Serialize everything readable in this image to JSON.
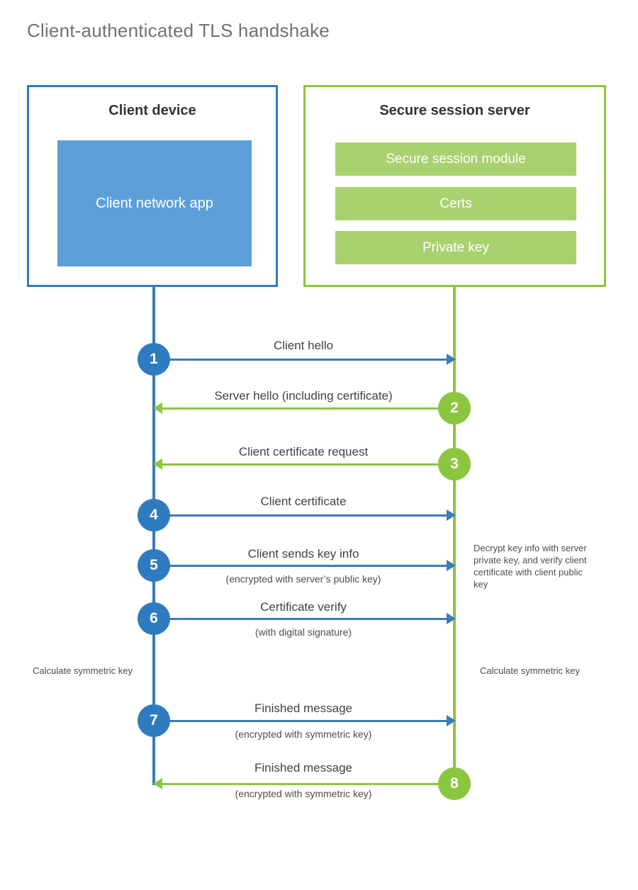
{
  "title": "Client-authenticated TLS handshake",
  "colors": {
    "client_blue": "#2e7cbf",
    "client_line_blue": "#3a7cb8",
    "client_app_fill": "#5c9fd8",
    "server_green": "#8cc63f",
    "server_bar_fill": "#a9d170",
    "title_gray": "#6f7276",
    "text_dark": "#333333",
    "background": "#ffffff"
  },
  "client": {
    "title": "Client device",
    "app_label": "Client network app"
  },
  "server": {
    "title": "Secure session server",
    "modules": [
      "Secure session module",
      "Certs",
      "Private key"
    ]
  },
  "steps": [
    {
      "number": "1",
      "label": "Client hello",
      "sublabel": "",
      "direction": "client-to-server",
      "color": "blue"
    },
    {
      "number": "2",
      "label": "Server hello (including certificate)",
      "sublabel": "",
      "direction": "server-to-client",
      "color": "green"
    },
    {
      "number": "3",
      "label": "Client certificate request",
      "sublabel": "",
      "direction": "server-to-client",
      "color": "green"
    },
    {
      "number": "4",
      "label": "Client certificate",
      "sublabel": "",
      "direction": "client-to-server",
      "color": "blue"
    },
    {
      "number": "5",
      "label": "Client sends key info",
      "sublabel": "(encrypted with server’s public key)",
      "direction": "client-to-server",
      "color": "blue"
    },
    {
      "number": "6",
      "label": "Certificate verify",
      "sublabel": "(with digital signature)",
      "direction": "client-to-server",
      "color": "blue"
    },
    {
      "number": "7",
      "label": "Finished message",
      "sublabel": "(encrypted with symmetric key)",
      "direction": "client-to-server",
      "color": "blue"
    },
    {
      "number": "8",
      "label": "Finished message",
      "sublabel": "(encrypted with symmetric key)",
      "direction": "server-to-client",
      "color": "green"
    }
  ],
  "notes": {
    "server_decrypt": "Decrypt key info with server private key, and verify client certificate with client public key",
    "client_calculate": "Calculate symmetric key",
    "server_calculate": "Calculate symmetric key"
  }
}
